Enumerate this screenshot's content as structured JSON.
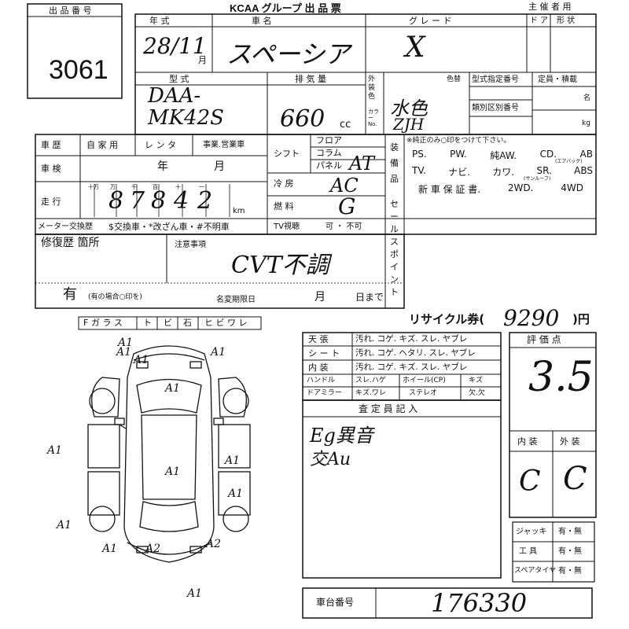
{
  "header": {
    "lot_label": "出 品 番 号",
    "lot_number": "3061",
    "brand_group": "KCAA グループ 出 品 票",
    "organizer": "主 催 者 用"
  },
  "top_row": {
    "year_label": "年 式",
    "car_name_label": "車 名",
    "grade_label": "グ レ ー ド",
    "door_label": "ド ア",
    "shape_label": "形 状",
    "year_value": "28/11",
    "month_unit": "月",
    "car_name_value": "スペーシア",
    "grade_value": "X"
  },
  "model_row": {
    "model_label": "型 式",
    "displacement_label": "排 気 量",
    "exterior_color_label": "外装色",
    "color_code_label": "カラーNo.",
    "color_change_label": "色替",
    "type_designation_label": "型式指定番号",
    "category_label": "類別区別番号",
    "capacity_label": "定員・積載",
    "persons_unit": "名",
    "kg_unit": "kg",
    "model_value": "DAA-MK42S",
    "displacement_value": "660",
    "cc_unit": "cc",
    "color_value": "水色",
    "color_code_value": "ZJH"
  },
  "history": {
    "car_history_label": "車 歴",
    "private_label": "自 家 用",
    "rental_label": "レ ン タ",
    "business_label": "事業.営業車",
    "inspection_label": "車 検",
    "year_unit": "年",
    "month_unit": "月",
    "mileage_label": "走 行",
    "digit_labels": [
      "十万",
      "万",
      "千",
      "百",
      "十",
      "一"
    ],
    "mileage_digits": [
      "",
      "8",
      "7",
      "8",
      "4",
      "2"
    ],
    "km_unit": "km",
    "meter_label": "メーター交換歴",
    "meter_options": "$交換車・*改ざん車・#不明車"
  },
  "drive": {
    "shift_label": "シフト",
    "floor_label": "フロア",
    "column_label": "コラム",
    "panel_label": "パネル",
    "shift_value": "AT",
    "ac_label": "冷 房",
    "ac_value": "AC",
    "fuel_label": "燃 料",
    "fuel_value": "G",
    "tv_label": "TV視聴",
    "tv_options": "可 ・ 不可"
  },
  "equipment": {
    "section_label": "装備品",
    "note": "※純正のみ○印をつけて下さい。",
    "line1": [
      "PS.",
      "PW.",
      "純AW.",
      "CD.",
      "AB"
    ],
    "ab_sub": "(エアバッグ)",
    "line2": [
      "TV.",
      "ナビ.",
      "カワ.",
      "SR.",
      "ABS"
    ],
    "sr_sub": "(サンルーフ)",
    "line3": [
      "新 車 保 証 書.",
      "2WD.",
      "4WD"
    ],
    "sales_point_label": "セールスポイント"
  },
  "repair": {
    "repair_label": "修復歴 箇所",
    "notes_label": "注意事項",
    "notes_value": "CVT不調",
    "yes_label": "有",
    "yes_note": "(有の場合○印を)",
    "deadline_label": "名変期限日",
    "month_unit": "月",
    "until_label": "日まで"
  },
  "glass_row": {
    "items": [
      "F ガ ラ ス",
      "ト",
      "ビ",
      "石",
      "ヒ ビ ワ レ"
    ]
  },
  "recycle": {
    "label": "リサイクル券(",
    "value": "9290",
    "unit": ")円"
  },
  "condition": {
    "rows": [
      {
        "label": "天 張",
        "options": "汚れ. コゲ. キズ. スレ. ヤブレ"
      },
      {
        "label": "シ ー ト",
        "options": "汚れ. コゲ. ヘタリ. スレ. ヤブレ"
      },
      {
        "label": "内 装",
        "options": "汚れ. コゲ. キズ. スレ. ヤブレ"
      }
    ],
    "handle_label": "ハンドル",
    "handle_options": "スレ.ハゲ",
    "wheel_label": "ホイール(CP)",
    "wheel_option": "キズ",
    "mirror_label": "ドアミラー",
    "mirror_options": "キズ.ワレ",
    "stereo_label": "ステレオ",
    "stereo_option": "欠.欠",
    "inspector_label": "査 定 員 記 入",
    "inspector_note_1": "Eg異音",
    "inspector_note_2": "交Au"
  },
  "rating": {
    "label": "評 価 点",
    "score": "3.5",
    "interior_label": "内 装",
    "exterior_label": "外 装",
    "interior_value": "C",
    "exterior_value": "C"
  },
  "accessories": {
    "rows": [
      {
        "label": "ジャッキ",
        "value": "有・無"
      },
      {
        "label": "工 具",
        "value": "有・無"
      },
      {
        "label": "スペアタイヤ",
        "value": "有・無"
      }
    ]
  },
  "chassis": {
    "label": "車台番号",
    "value": "176330"
  },
  "diagram": {
    "marks": [
      "A1",
      "A1",
      "A1",
      "A1",
      "A1",
      "A1",
      "A1",
      "A2",
      "A2",
      "A1",
      "A1",
      "A1",
      "A1",
      "A1"
    ]
  }
}
